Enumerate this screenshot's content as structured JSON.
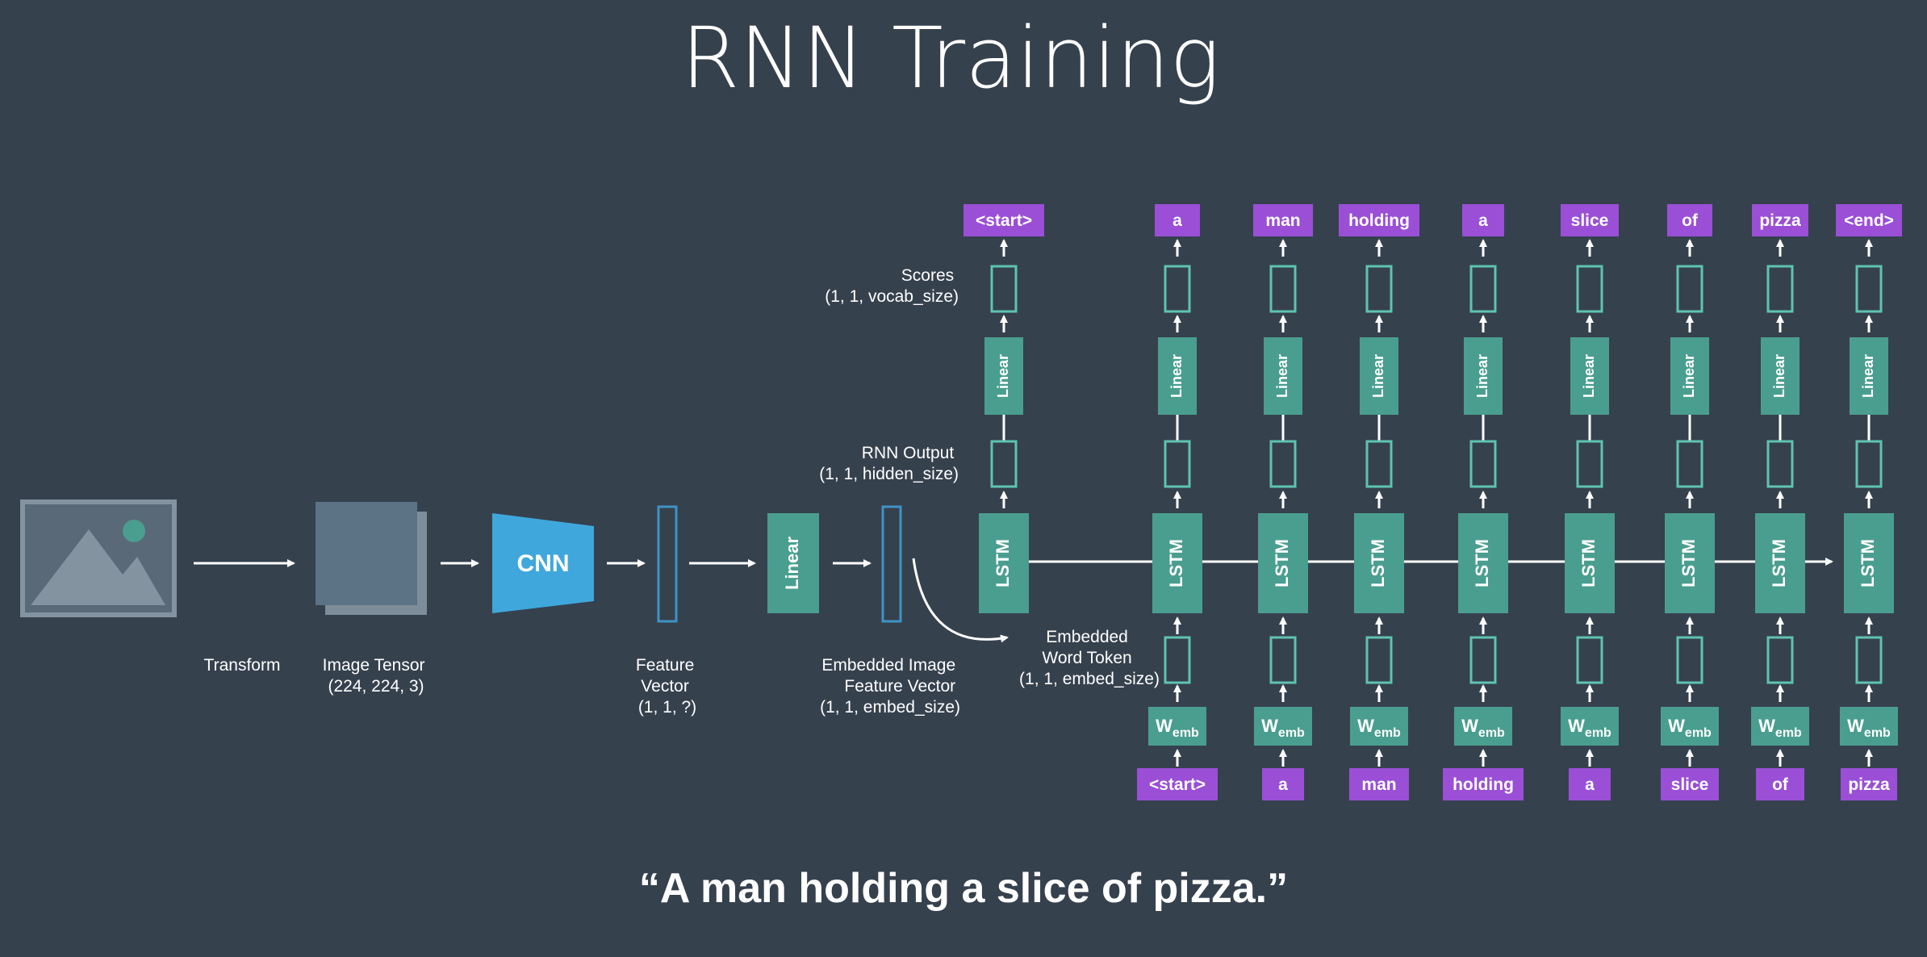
{
  "title": "RNN Training",
  "caption": "“A man holding a slice of pizza.”",
  "labels": {
    "transform": "Transform",
    "image_tensor": [
      "Image Tensor",
      "(224, 224, 3)"
    ],
    "cnn": "CNN",
    "feature_vector": [
      "Feature",
      "Vector",
      "(1, 1, ?)"
    ],
    "linear": "Linear",
    "embedded_image": [
      "Embedded Image",
      "Feature Vector",
      "(1, 1, embed_size)"
    ],
    "scores": [
      "Scores",
      "(1, 1, vocab_size)"
    ],
    "rnn_output": [
      "RNN Output",
      "(1, 1, hidden_size)"
    ],
    "embedded_word": [
      "Embedded",
      "Word Token",
      "(1, 1, embed_size)"
    ],
    "lstm": "LSTM",
    "w_emb_main": "W",
    "w_emb_sub": "emb"
  },
  "output_tokens": [
    "<start>",
    "a",
    "man",
    "holding",
    "a",
    "slice",
    "of",
    "pizza",
    "<end>"
  ],
  "input_tokens": [
    "<start>",
    "a",
    "man",
    "holding",
    "a",
    "slice",
    "of",
    "pizza"
  ],
  "colors": {
    "background": "#36414e",
    "teal": "#4a9e8f",
    "teal_border": "#5dc4b1",
    "purple": "#9a4fd6",
    "cnn_blue": "#3fa7db",
    "vector_outline": "#3f93c4",
    "text": "#ffffff",
    "image_frame": "#8393a0"
  }
}
